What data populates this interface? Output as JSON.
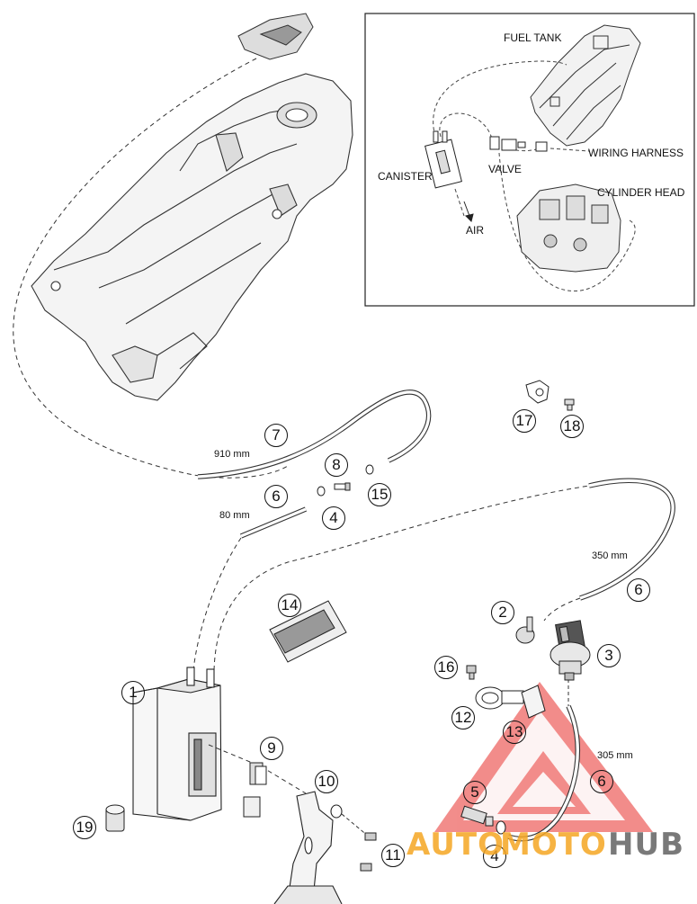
{
  "inset": {
    "fuel_tank": "FUEL TANK",
    "canister": "CANISTER",
    "valve": "VALVE",
    "wiring_harness": "WIRING HARNESS",
    "cylinder_head": "CYLINDER HEAD",
    "air": "AIR"
  },
  "dimensions": {
    "hose7": "910 mm",
    "hose6_short": "80 mm",
    "hose6_long": "350 mm",
    "hose6_valve": "305 mm"
  },
  "callouts": [
    "1",
    "2",
    "3",
    "4",
    "4",
    "5",
    "6",
    "6",
    "6",
    "7",
    "8",
    "9",
    "10",
    "11",
    "12",
    "13",
    "14",
    "15",
    "16",
    "17",
    "18",
    "19"
  ],
  "watermark": {
    "part1": "AUTO",
    "part2": "MOTO",
    "part3": "HUB",
    "color_orange": "#f5a623",
    "color_gray": "#6b6b6b",
    "color_red": "#e8302b"
  }
}
